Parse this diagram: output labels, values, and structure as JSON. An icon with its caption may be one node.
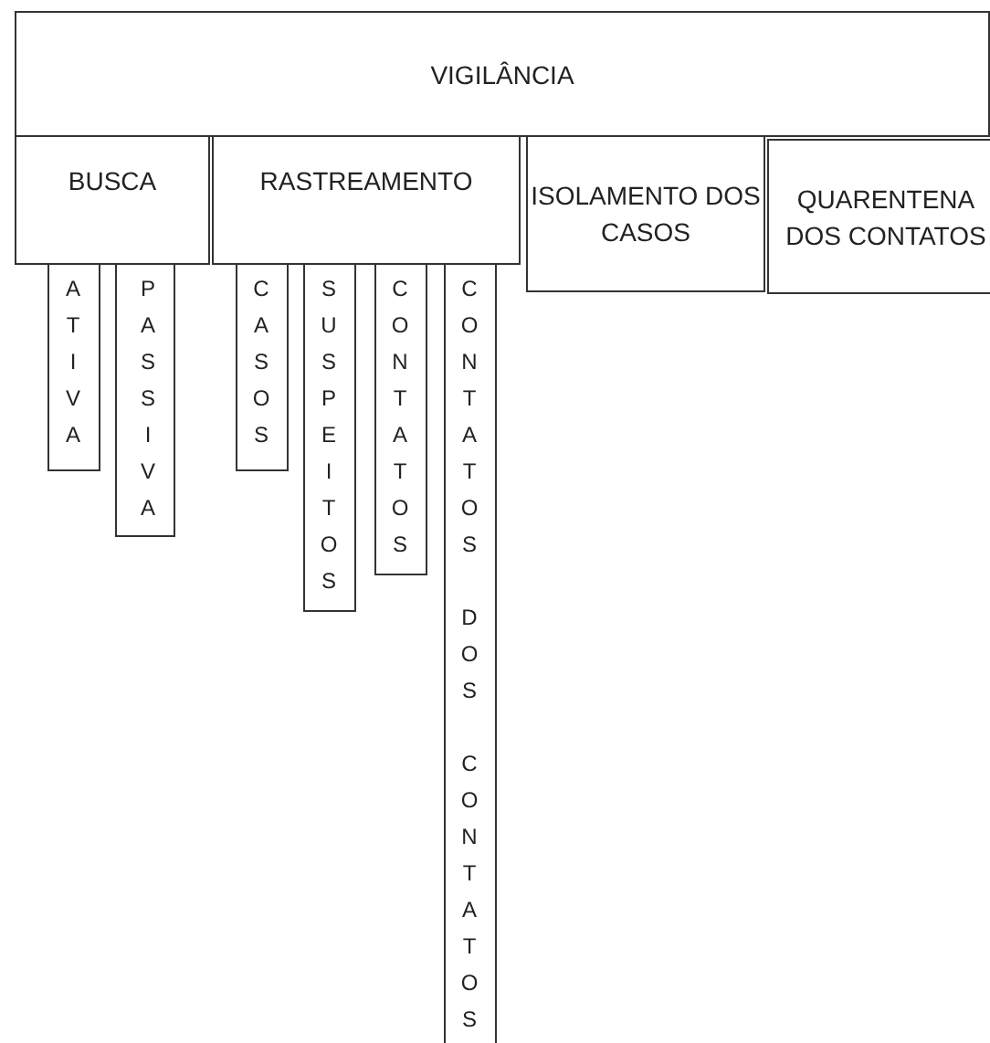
{
  "diagram": {
    "nodes": [
      {
        "text": [
          "VIGILÂNCIA"
        ]
      },
      {
        "text": [
          "BUSCA"
        ]
      },
      {
        "text": [
          "RASTREAMENTO"
        ]
      },
      {
        "text": [
          "ISOLAMENTO DOS CASOS"
        ]
      },
      {
        "text": [
          "QUARENTENA DOS CONTATOS"
        ]
      },
      {
        "text": [
          "ATIVA"
        ]
      },
      {
        "text": [
          "PASSIVA"
        ]
      },
      {
        "text": [
          "CASOS"
        ]
      },
      {
        "text": [
          "SUSPEITOS"
        ]
      },
      {
        "text": [
          "CONTATOS"
        ]
      },
      {
        "text": [
          "CONTATOS DOS CONTATOS"
        ]
      }
    ]
  }
}
